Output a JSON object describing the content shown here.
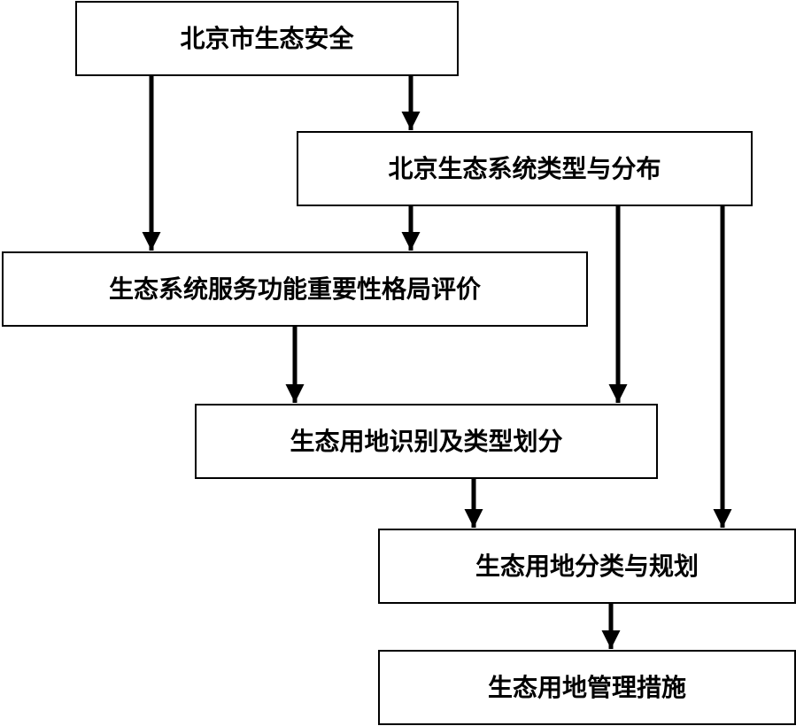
{
  "diagram": {
    "nodes": [
      {
        "id": "n1",
        "label": "北京市生态安全"
      },
      {
        "id": "n2",
        "label": "北京生态系统类型与分布"
      },
      {
        "id": "n3",
        "label": "生态系统服务功能重要性格局评价"
      },
      {
        "id": "n4",
        "label": "生态用地识别及类型划分"
      },
      {
        "id": "n5",
        "label": "生态用地分类与规划"
      },
      {
        "id": "n6",
        "label": "生态用地管理措施"
      }
    ],
    "edges": [
      {
        "from": "n1",
        "to": "n2"
      },
      {
        "from": "n1",
        "to": "n3"
      },
      {
        "from": "n2",
        "to": "n3"
      },
      {
        "from": "n2",
        "to": "n4"
      },
      {
        "from": "n2",
        "to": "n5"
      },
      {
        "from": "n3",
        "to": "n4"
      },
      {
        "from": "n4",
        "to": "n5"
      },
      {
        "from": "n5",
        "to": "n6"
      }
    ],
    "colors": {
      "stroke": "#000000",
      "background": "#ffffff"
    }
  }
}
